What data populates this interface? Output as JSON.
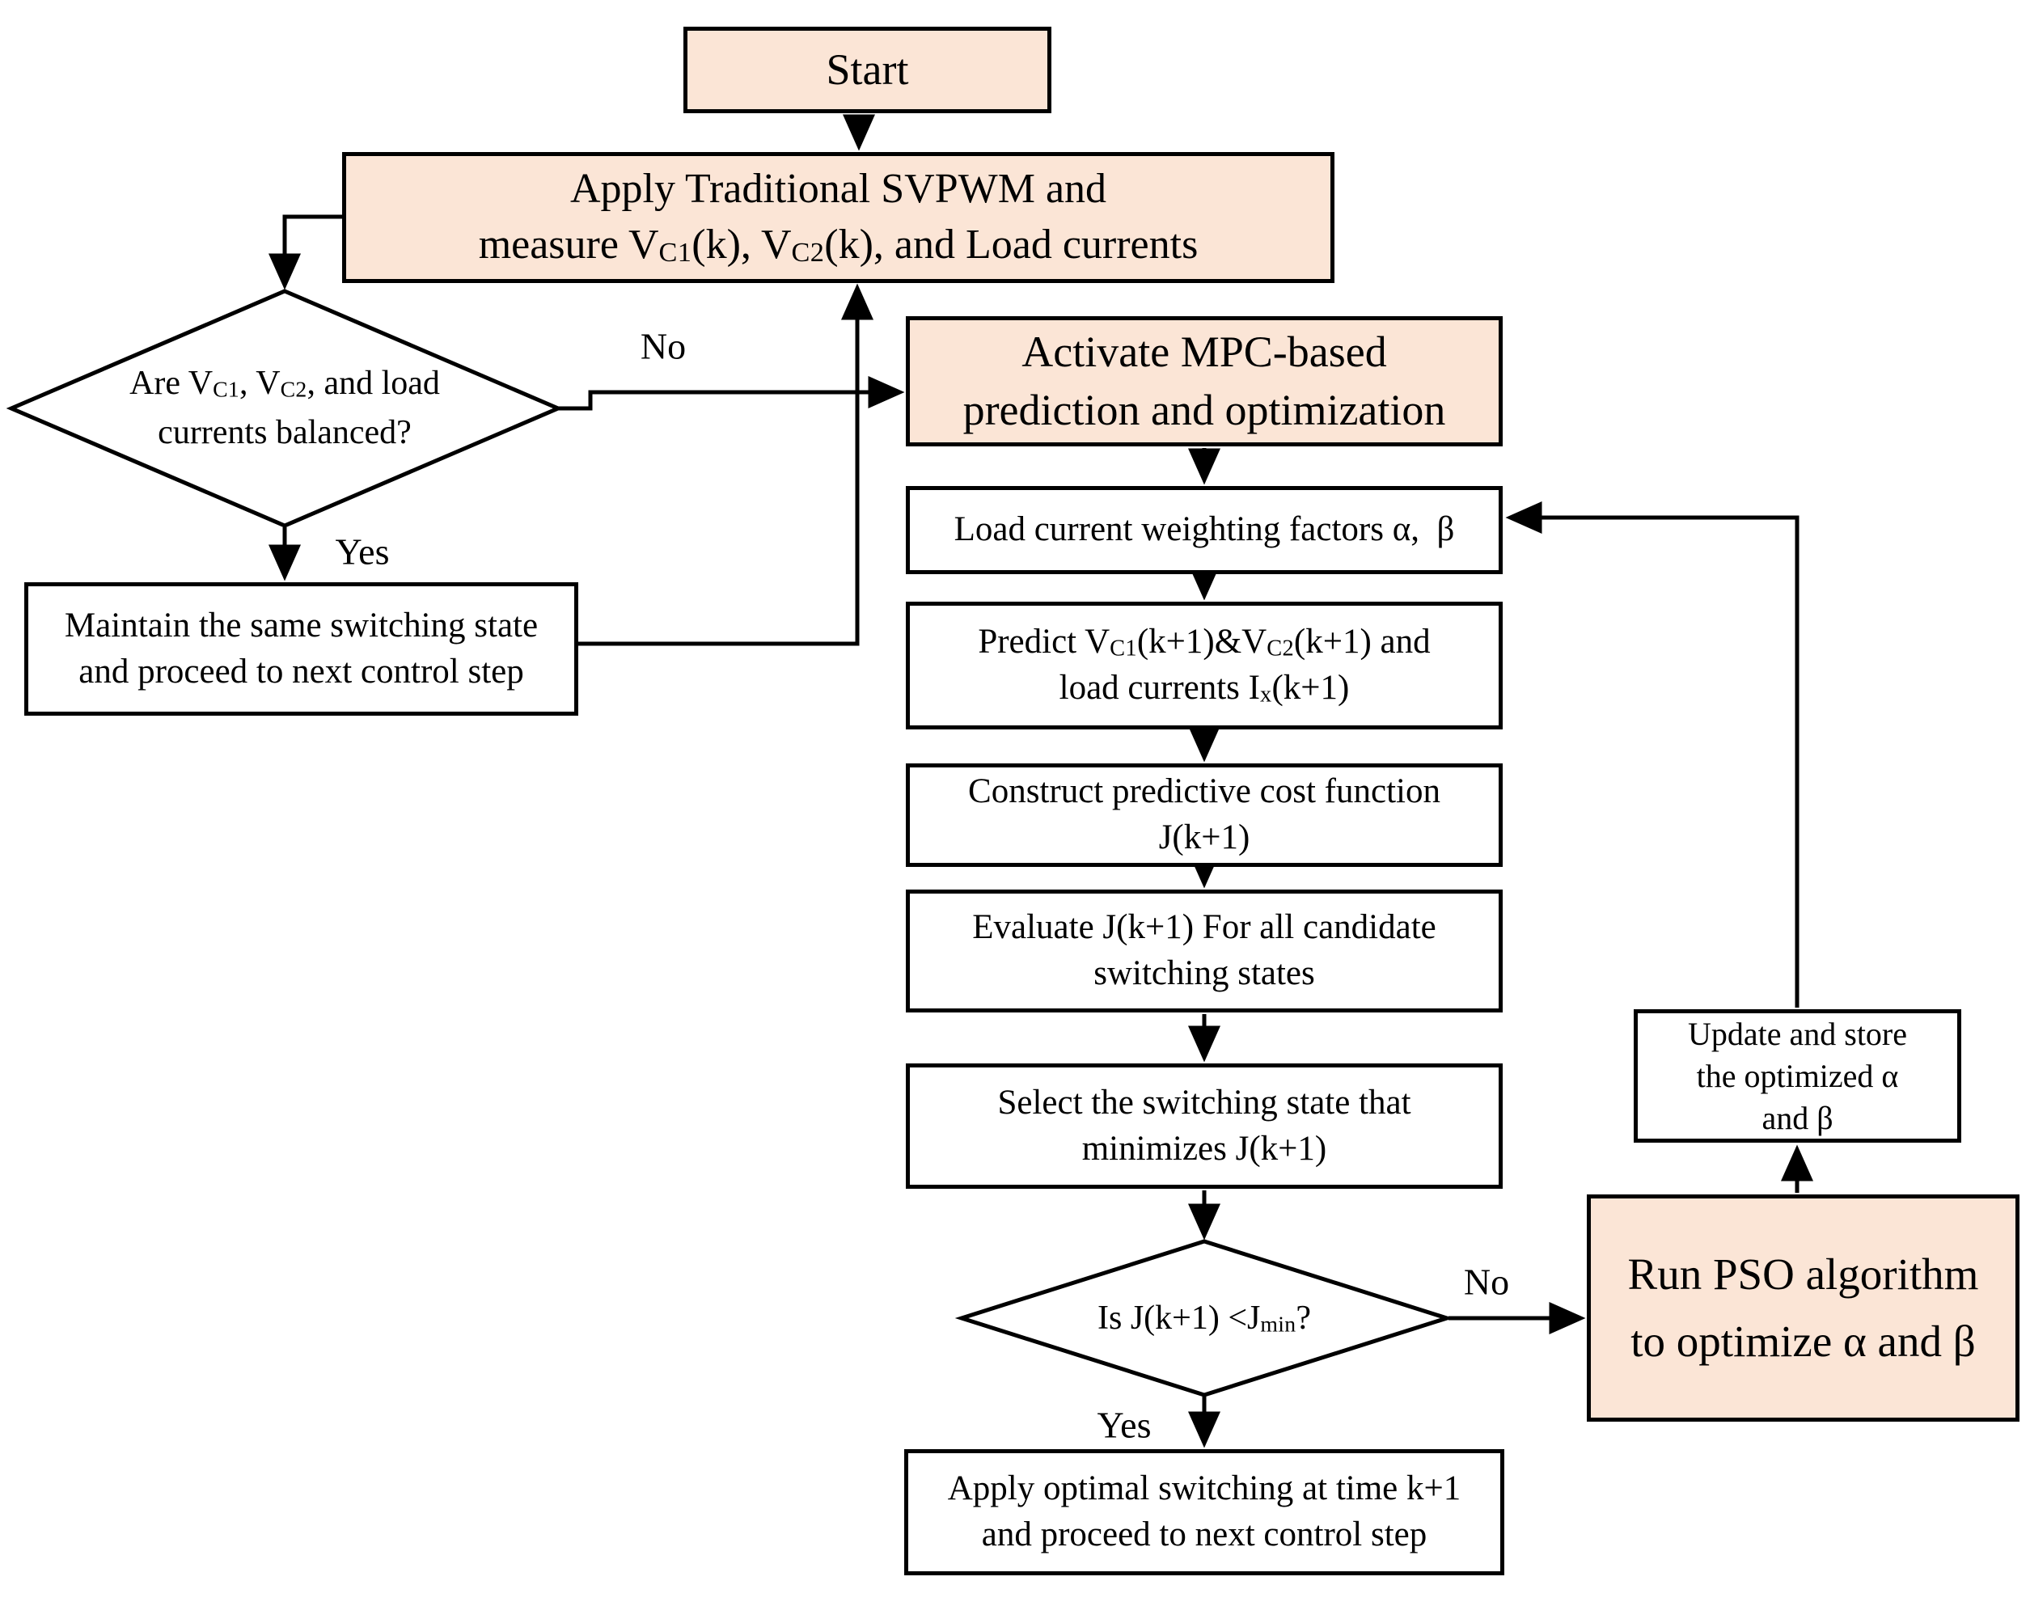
{
  "title": "MPC + PSO control flowchart",
  "colors": {
    "highlight_fill": "#FBE5D6",
    "plain_fill": "#FFFFFF",
    "line": "#000000",
    "background": "#FFFFFF"
  },
  "nodes": {
    "start": {
      "shape": "box",
      "highlighted": true,
      "lines": [
        [
          {
            "t": "Start"
          }
        ]
      ]
    },
    "svpwm": {
      "shape": "box",
      "highlighted": true,
      "lines": [
        [
          {
            "t": "Apply Traditional SVPWM and"
          }
        ],
        [
          {
            "t": "measure V"
          },
          {
            "t": "C1",
            "sub": true
          },
          {
            "t": "(k), V"
          },
          {
            "t": "C2",
            "sub": true
          },
          {
            "t": "(k), and Load currents"
          }
        ]
      ]
    },
    "balanced_decision": {
      "shape": "diamond",
      "highlighted": false,
      "lines": [
        [
          {
            "t": "Are V"
          },
          {
            "t": "C1",
            "sub": true
          },
          {
            "t": ", V"
          },
          {
            "t": "C2",
            "sub": true
          },
          {
            "t": ", and load"
          }
        ],
        [
          {
            "t": "currents balanced?"
          }
        ]
      ]
    },
    "maintain": {
      "shape": "box",
      "highlighted": false,
      "lines": [
        [
          {
            "t": "Maintain the same switching state"
          }
        ],
        [
          {
            "t": "and proceed to next control step"
          }
        ]
      ]
    },
    "activate_mpc": {
      "shape": "box",
      "highlighted": true,
      "lines": [
        [
          {
            "t": "Activate MPC-based"
          }
        ],
        [
          {
            "t": "prediction and optimization"
          }
        ]
      ]
    },
    "load_weights": {
      "shape": "box",
      "highlighted": false,
      "lines": [
        [
          {
            "t": "Load current weighting factors α,  β"
          }
        ]
      ]
    },
    "predict": {
      "shape": "box",
      "highlighted": false,
      "lines": [
        [
          {
            "t": "Predict V"
          },
          {
            "t": "C1",
            "sub": true
          },
          {
            "t": "(k+1)&V"
          },
          {
            "t": "C2",
            "sub": true
          },
          {
            "t": "(k+1) and"
          }
        ],
        [
          {
            "t": "load currents I"
          },
          {
            "t": "x",
            "sub": true
          },
          {
            "t": "(k+1)"
          }
        ]
      ]
    },
    "construct_cost": {
      "shape": "box",
      "highlighted": false,
      "lines": [
        [
          {
            "t": "Construct predictive cost function"
          }
        ],
        [
          {
            "t": "J(k+1)"
          }
        ]
      ]
    },
    "evaluate": {
      "shape": "box",
      "highlighted": false,
      "lines": [
        [
          {
            "t": "Evaluate J(k+1) For all candidate"
          }
        ],
        [
          {
            "t": "switching states"
          }
        ]
      ]
    },
    "select_state": {
      "shape": "box",
      "highlighted": false,
      "lines": [
        [
          {
            "t": "Select the switching state that"
          }
        ],
        [
          {
            "t": "minimizes J(k+1)"
          }
        ]
      ]
    },
    "jmin_decision": {
      "shape": "diamond",
      "highlighted": false,
      "lines": [
        [
          {
            "t": "Is J(k+1) <J"
          },
          {
            "t": "min",
            "sub": true
          },
          {
            "t": "?"
          }
        ]
      ]
    },
    "apply_optimal": {
      "shape": "box",
      "highlighted": false,
      "lines": [
        [
          {
            "t": "Apply optimal switching at time k+1"
          }
        ],
        [
          {
            "t": "and proceed to next control step"
          }
        ]
      ]
    },
    "update_store": {
      "shape": "box",
      "highlighted": false,
      "lines": [
        [
          {
            "t": "Update and store"
          }
        ],
        [
          {
            "t": "the optimized α"
          }
        ],
        [
          {
            "t": "and β"
          }
        ]
      ]
    },
    "run_pso": {
      "shape": "box",
      "highlighted": true,
      "lines": [
        [
          {
            "t": "Run PSO algorithm"
          }
        ],
        [
          {
            "t": "to optimize α and β"
          }
        ]
      ]
    }
  },
  "labels": {
    "no_left": "No",
    "yes_left": "Yes",
    "no_right": "No",
    "yes_right": "Yes"
  }
}
